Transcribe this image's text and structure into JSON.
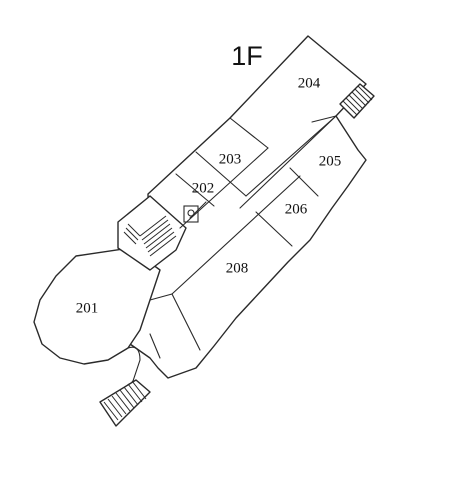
{
  "floor": {
    "label": "1F"
  },
  "rooms": [
    {
      "id": "201",
      "label": "201"
    },
    {
      "id": "202",
      "label": "202"
    },
    {
      "id": "203",
      "label": "203"
    },
    {
      "id": "204",
      "label": "204"
    },
    {
      "id": "205",
      "label": "205"
    },
    {
      "id": "206",
      "label": "206"
    },
    {
      "id": "208",
      "label": "208"
    }
  ],
  "colors": {
    "line": "#2a2a2a",
    "background": "#ffffff",
    "text": "#111111"
  }
}
